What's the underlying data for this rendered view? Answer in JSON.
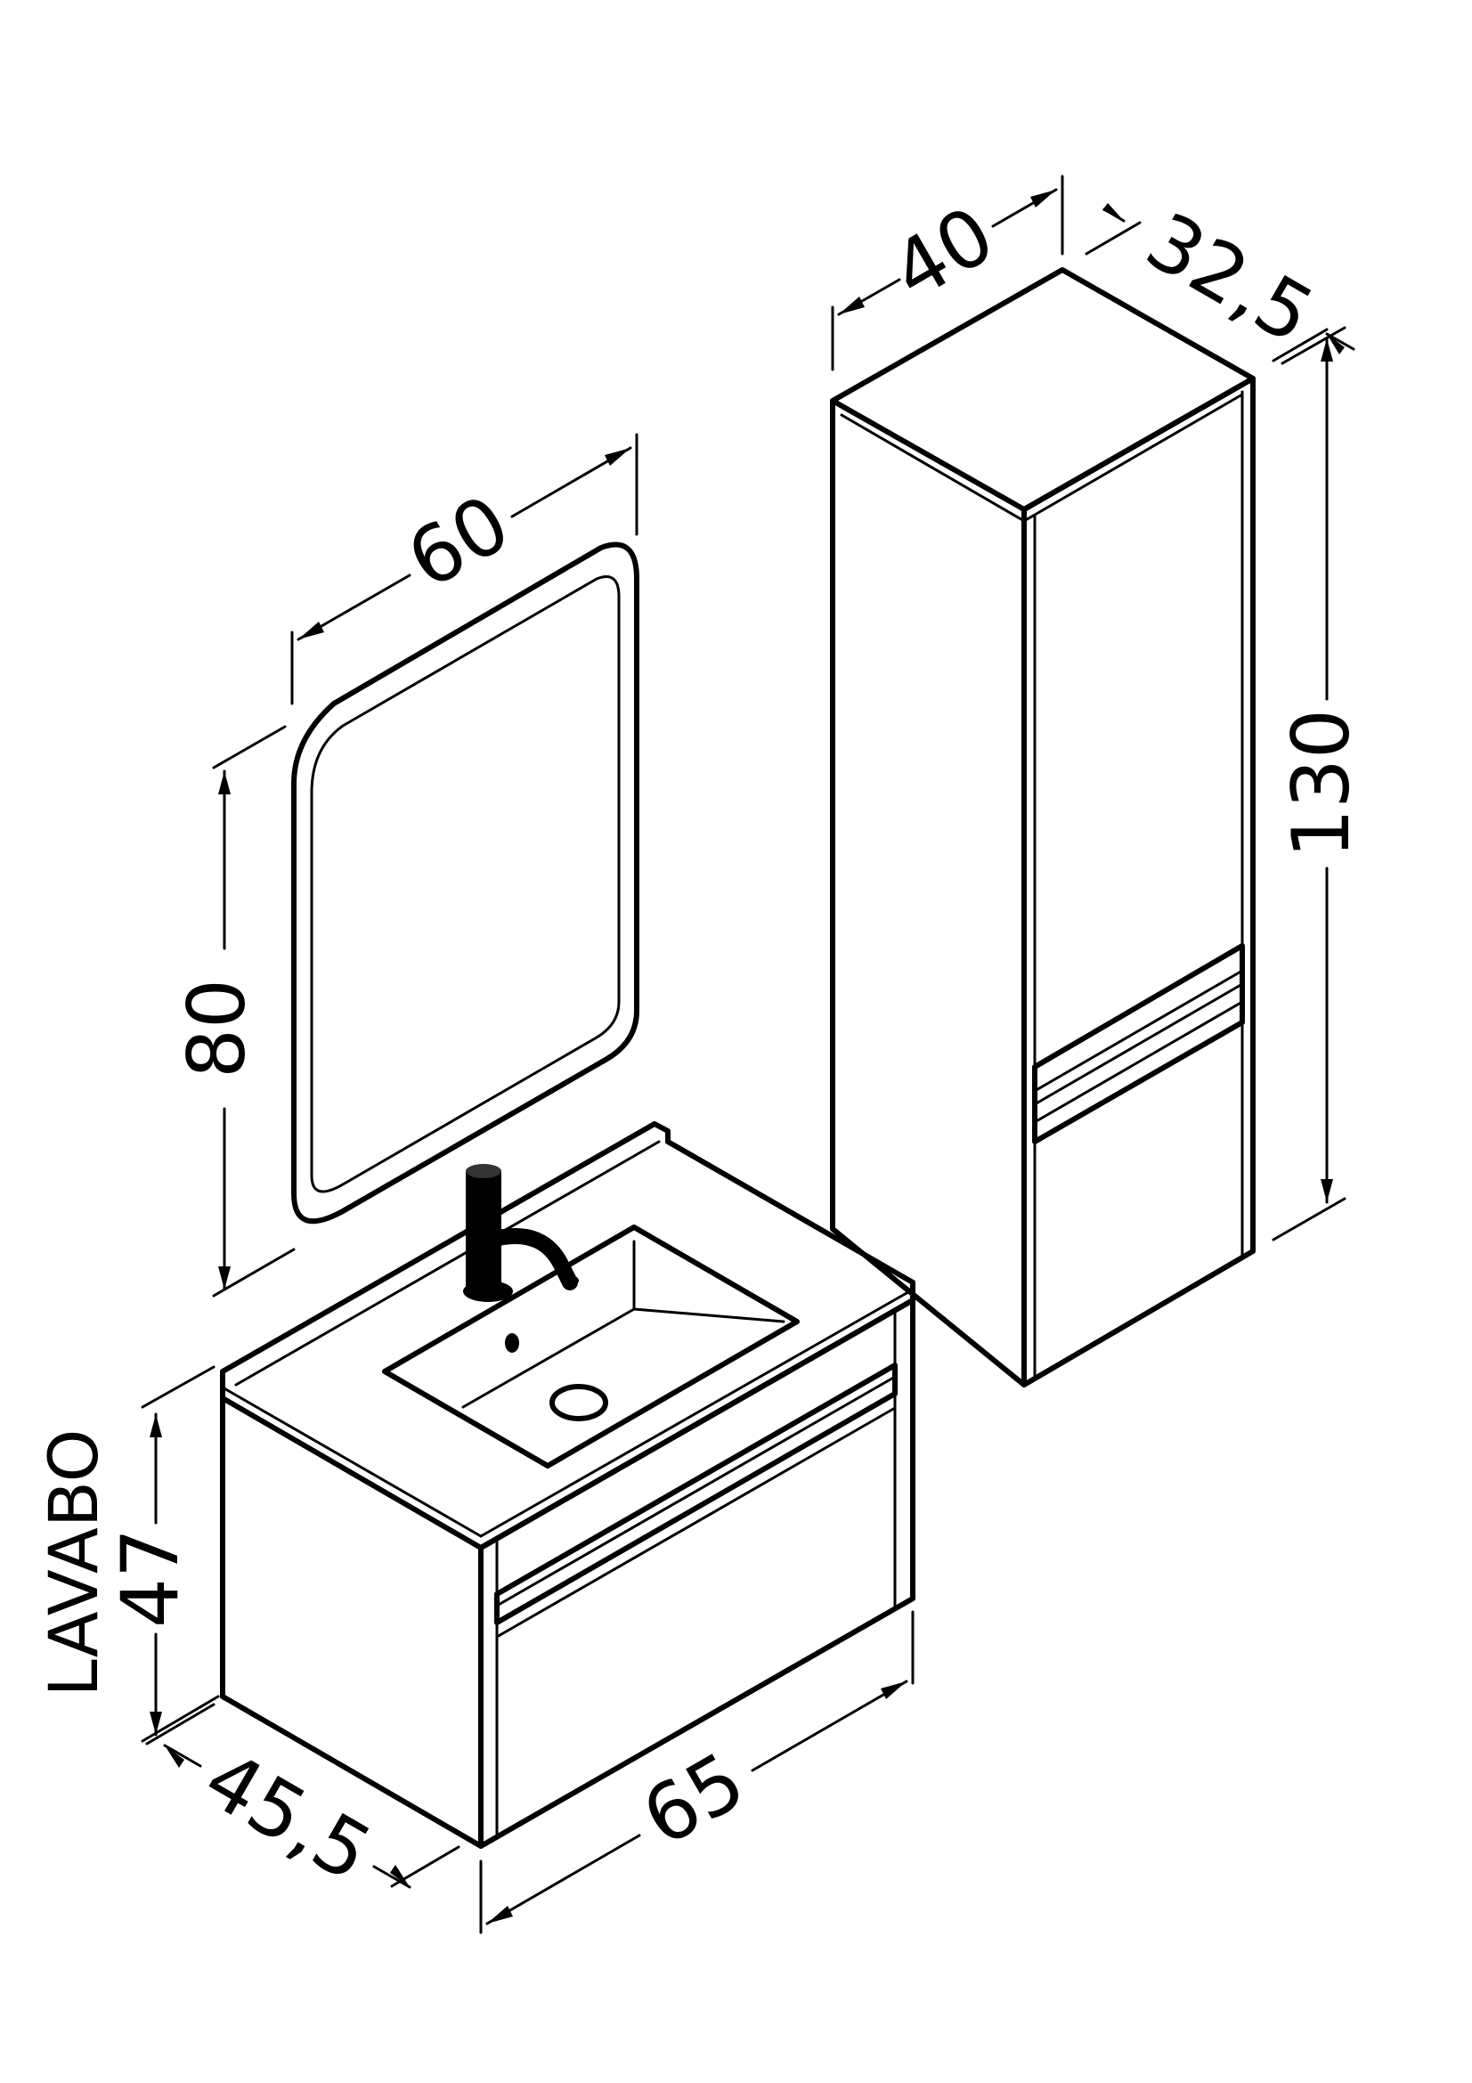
{
  "dimensions": {
    "mirror_width": "60",
    "mirror_height": "80",
    "tall_cabinet_width": "40",
    "tall_cabinet_depth": "32,5",
    "tall_cabinet_height": "130",
    "vanity_label": "LAVABO",
    "vanity_height": "47",
    "vanity_depth": "45,5",
    "vanity_width": "65"
  }
}
